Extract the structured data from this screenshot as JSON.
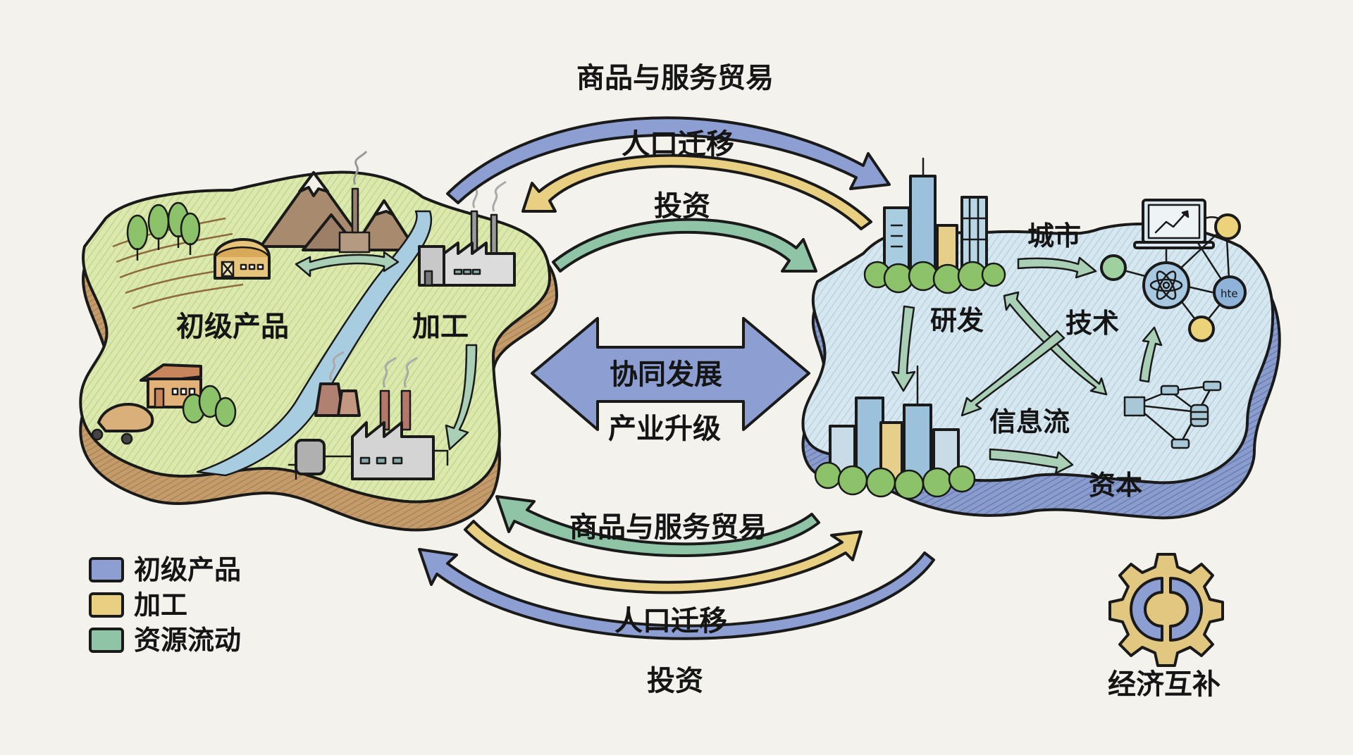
{
  "title": "区域经济协同发展示意图",
  "colors": {
    "background": "#f4f2ec",
    "primary_blue": "#8d9fd2",
    "processing_yellow": "#e8cf82",
    "resource_green": "#8fc4a6",
    "rural_land": "#d8e6a8",
    "urban_land": "#cfe2ec",
    "earth_edge": "#b98f62",
    "urban_edge": "#6f86c0",
    "gear": "#e2c780"
  },
  "top_flows": [
    {
      "label": "商品与服务贸易",
      "direction": "left-to-right",
      "color": "primary_blue"
    },
    {
      "label": "人口迁移",
      "direction": "right-to-left",
      "color": "processing_yellow"
    },
    {
      "label": "投资",
      "direction": "left-to-right",
      "color": "resource_green"
    }
  ],
  "bottom_flows": [
    {
      "label": "商品与服务贸易",
      "direction": "right-to-left",
      "color": "resource_green"
    },
    {
      "label": "人口迁移",
      "direction": "left-to-right",
      "color": "processing_yellow"
    },
    {
      "label": "投资",
      "direction": "right-to-left",
      "color": "primary_blue"
    }
  ],
  "center": {
    "arrow_label": "协同发展",
    "sub_label": "产业升级"
  },
  "rural_region": {
    "labels": {
      "primary": "初级产品",
      "processing": "加工"
    },
    "icons": [
      "mountain-icon",
      "farm-barn-icon",
      "farmhouse-icon",
      "tree-icon",
      "river-icon",
      "factory-icon",
      "power-plant-icon",
      "tractor-icon"
    ]
  },
  "urban_region": {
    "labels": {
      "city": "城市",
      "rnd": "研发",
      "tech": "技术",
      "info": "信息流",
      "capital": "资本"
    },
    "node_text": "hte",
    "icons": [
      "skyscraper-icon",
      "laptop-chart-icon",
      "atom-icon",
      "network-node-icon",
      "database-icon",
      "server-icon"
    ]
  },
  "legend": [
    {
      "label": "初级产品",
      "color": "#8d9fd2"
    },
    {
      "label": "加工",
      "color": "#e8cf82"
    },
    {
      "label": "资源流动",
      "color": "#8fc4a6"
    }
  ],
  "badge": {
    "label": "经济互补",
    "icon": "gear-icon"
  }
}
